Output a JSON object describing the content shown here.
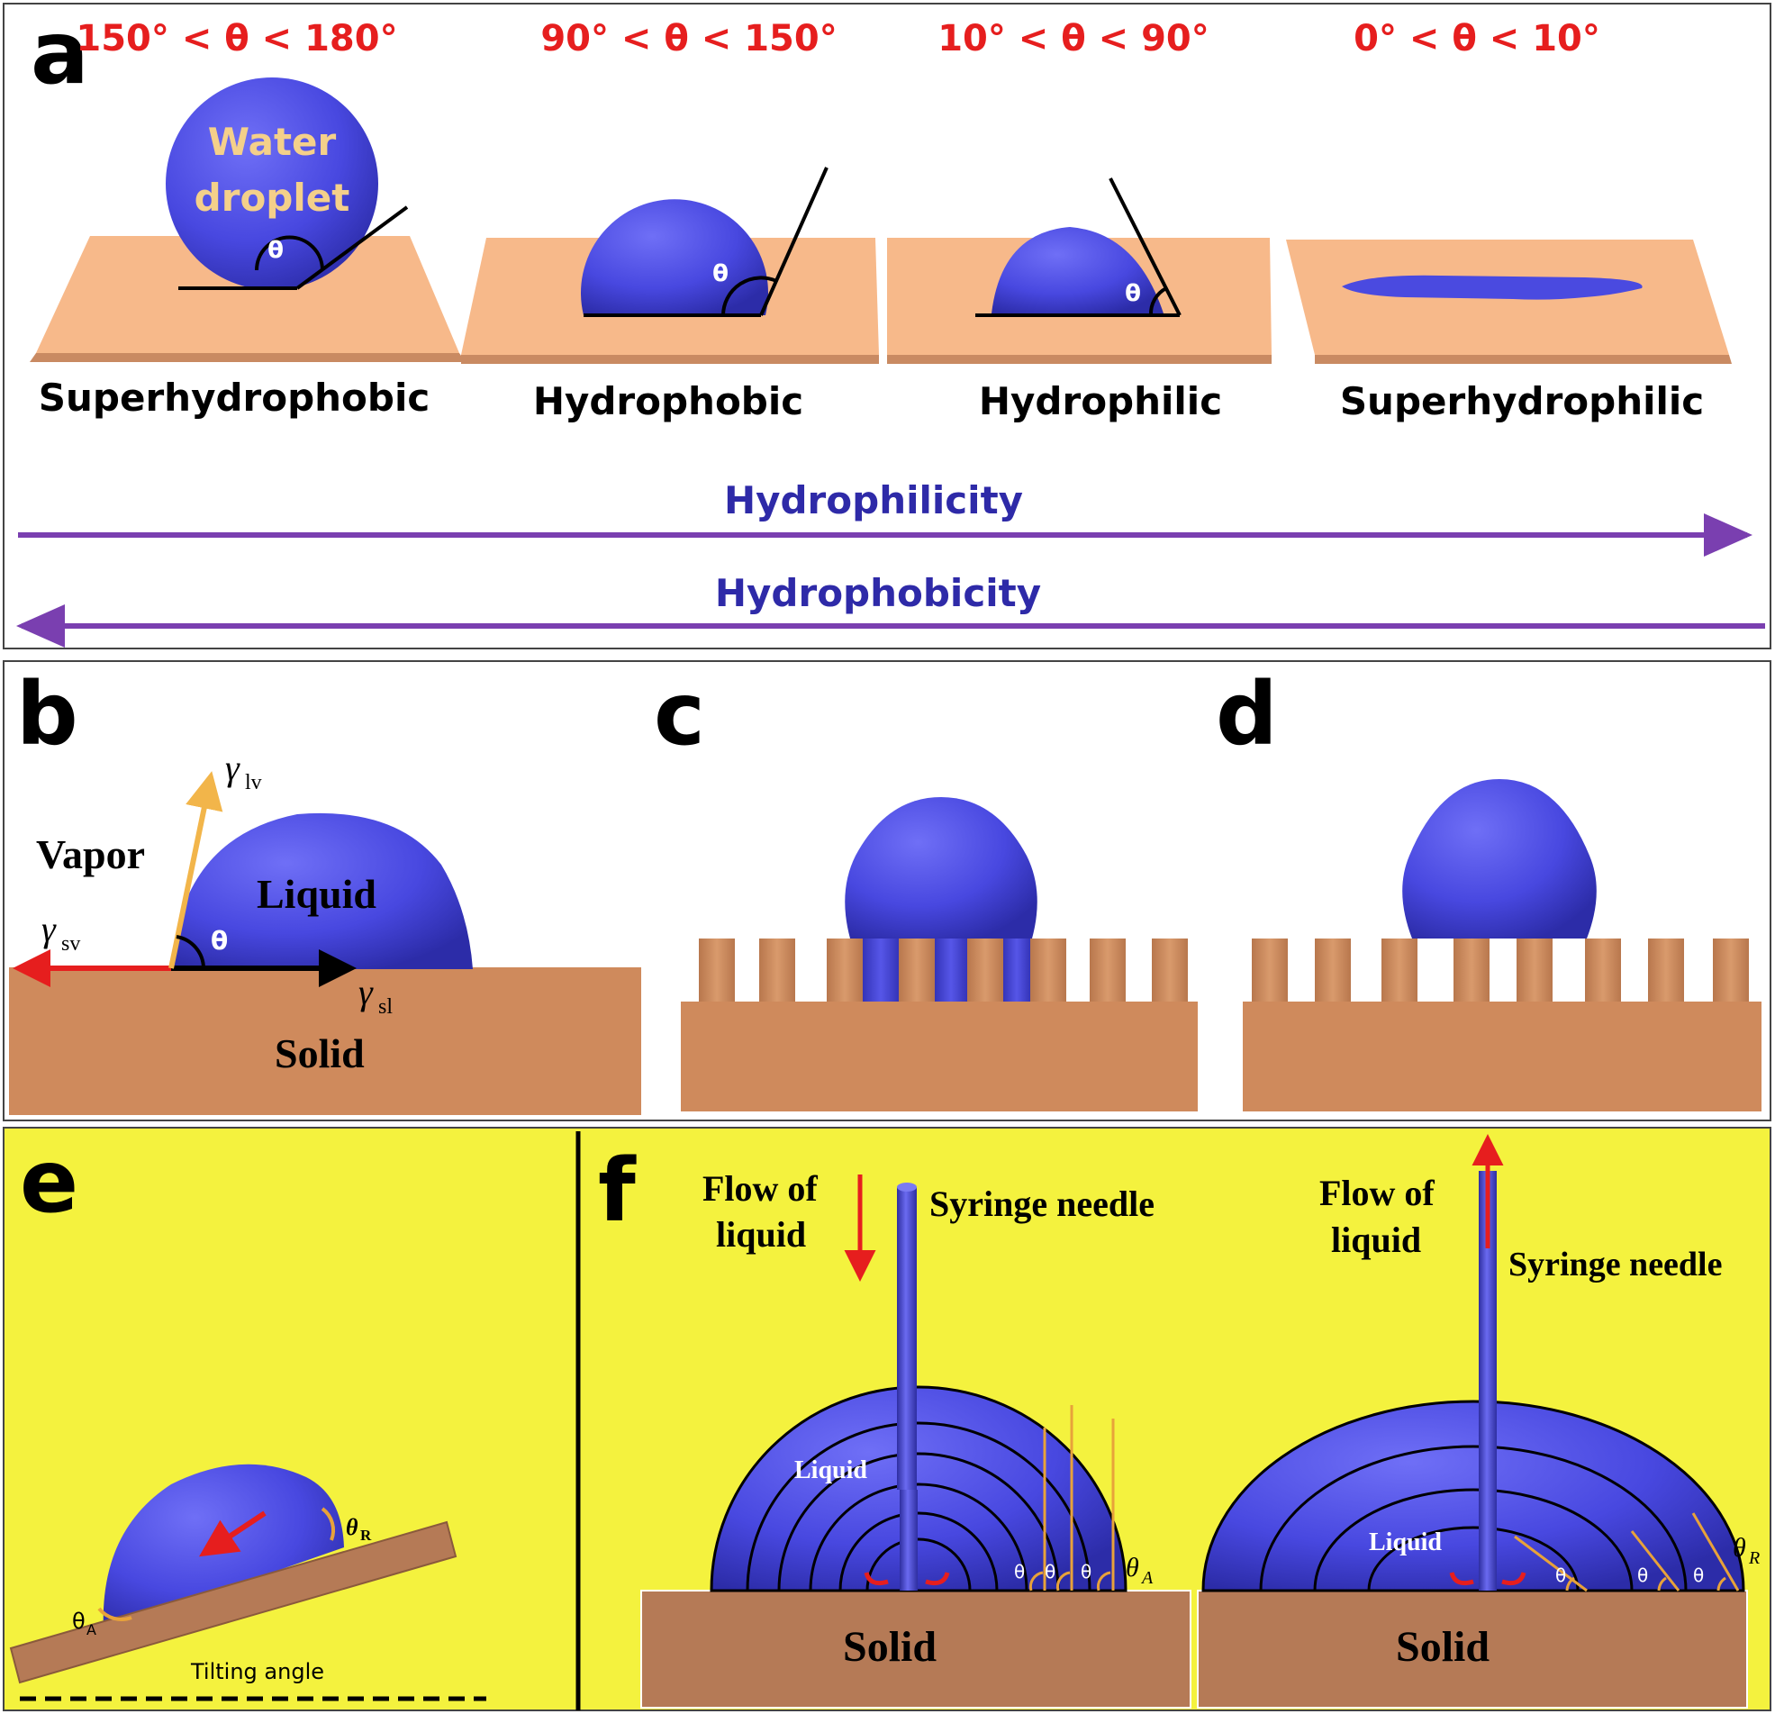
{
  "panel_a": {
    "letter": "a",
    "ranges": [
      "150° < θ < 180°",
      "90° < θ < 150°",
      "10° < θ < 90°",
      "0° < θ < 10°"
    ],
    "droplet_label_line1": "Water",
    "droplet_label_line2": "droplet",
    "theta": "θ",
    "categories": [
      "Superhydrophobic",
      "Hydrophobic",
      "Hydrophilic",
      "Superhydrophilic"
    ],
    "arrow_right_label": "Hydrophilicity",
    "arrow_left_label": "Hydrophobicity"
  },
  "panel_b": {
    "letter": "b",
    "vapor": "Vapor",
    "liquid": "Liquid",
    "solid": "Solid",
    "theta": "θ",
    "gamma": "γ",
    "sub_lv": "lv",
    "sub_sv": "sv",
    "sub_sl": "sl"
  },
  "panel_c": {
    "letter": "c"
  },
  "panel_d": {
    "letter": "d"
  },
  "panel_e": {
    "letter": "e",
    "theta_a": "θ",
    "sub_a": "A",
    "theta_r": "θ",
    "sub_r": "R",
    "tilting": "Tilting angle"
  },
  "panel_f": {
    "letter": "f",
    "flow_line1": "Flow of",
    "flow_line2": "liquid",
    "needle": "Syringe needle",
    "liquid": "Liquid",
    "solid": "Solid",
    "theta": "θ",
    "theta_a": "θ",
    "sub_a": "A",
    "theta_r": "θ",
    "sub_r": "R"
  },
  "colors": {
    "droplet": "#4a4ae0",
    "substrate": "#f7b98a",
    "solid": "#cf8a5c",
    "solid_dark": "#b57a56",
    "yellow_bg": "#f4f23e",
    "red": "#e61e1e",
    "purple_arrow": "#7a3fb0",
    "label_blue": "#2e2aa8",
    "gamma_lv": "#f2b54a"
  }
}
